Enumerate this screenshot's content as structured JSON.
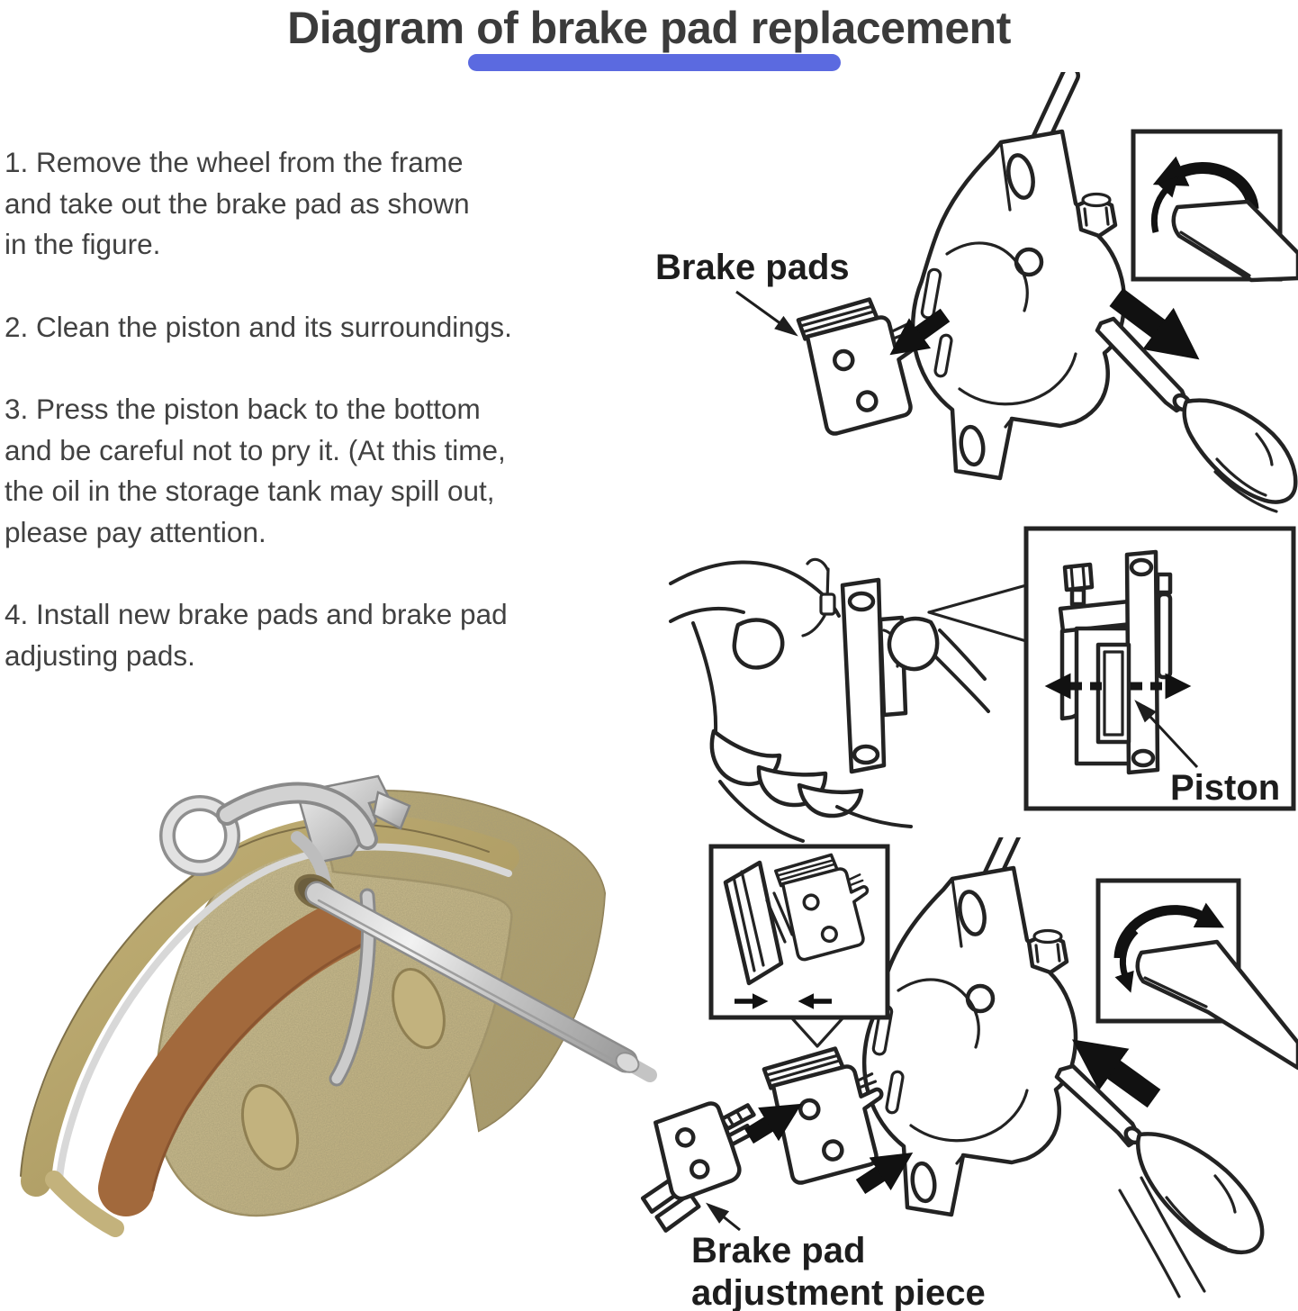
{
  "page": {
    "background": "#ffffff"
  },
  "header": {
    "title": "Diagram of brake pad replacement",
    "underline_color": "#5b6ae0"
  },
  "instructions": {
    "steps": [
      {
        "lines": [
          "1. Remove the wheel from the frame",
          "and take out the brake pad as shown",
          "in the figure."
        ]
      },
      {
        "lines": [
          "2. Clean the piston and its surroundings."
        ]
      },
      {
        "lines": [
          "3. Press the piston back to the bottom",
          "and be careful not to pry it. (At this time,",
          "the oil in the storage tank may spill out,",
          "please pay attention."
        ]
      },
      {
        "lines": [
          "4. Install new brake pads and brake pad",
          "adjusting pads."
        ]
      }
    ]
  },
  "figures": {
    "removal": {
      "label": "Brake pads"
    },
    "piston": {
      "label": "Piston"
    },
    "install": {
      "label_lines": [
        "Brake pad",
        "adjustment piece"
      ]
    }
  },
  "photo": {
    "colors": {
      "pad_gold": "#cdbd8c",
      "pad_gold_dark": "#b0a067",
      "backing_brown": "#a2693c",
      "metal_silver": "#d6d6d6"
    }
  },
  "artwork": {
    "line_color": "#232323",
    "arrow_color": "#111111"
  }
}
